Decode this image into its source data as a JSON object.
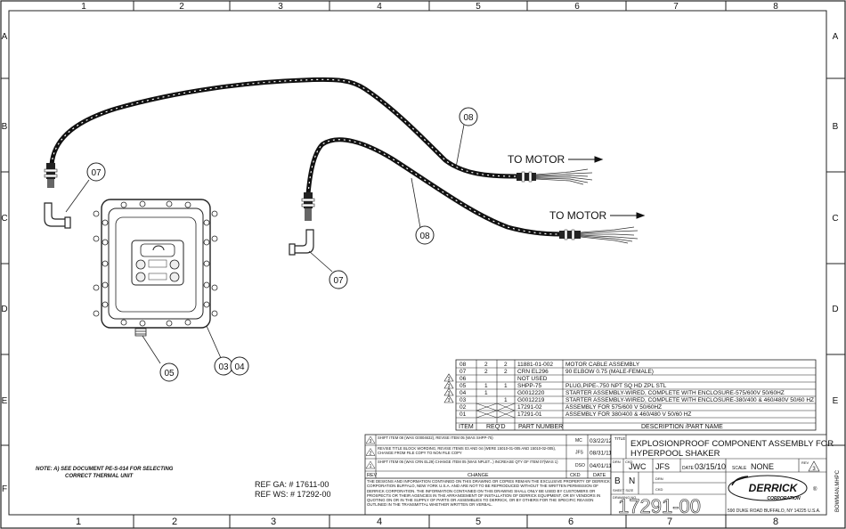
{
  "border": {
    "columns": [
      "1",
      "2",
      "3",
      "4",
      "5",
      "6",
      "7",
      "8"
    ],
    "rows": [
      "A",
      "B",
      "C",
      "D",
      "E",
      "F"
    ]
  },
  "callouts": [
    {
      "id": "c07a",
      "text": "07"
    },
    {
      "id": "c08a",
      "text": "08"
    },
    {
      "id": "c08b",
      "text": "08"
    },
    {
      "id": "c07b",
      "text": "07"
    },
    {
      "id": "c03",
      "text": "03"
    },
    {
      "id": "c04",
      "text": "04"
    },
    {
      "id": "c05",
      "text": "05"
    }
  ],
  "labels": {
    "to_motor_1": "TO MOTOR",
    "to_motor_2": "TO MOTOR",
    "note": "NOTE: A) SEE DOCUMENT PE-S-014 FOR SELECTING",
    "note2": "CORRECT THERMAL UNIT",
    "ref_ga": "REF GA:  # 17611-00",
    "ref_ws": "REF WS:  # 17292-00",
    "side_tag": "BOWMAN.MHPC"
  },
  "bom": {
    "rows": [
      {
        "item": "08",
        "a": "2",
        "b": "2",
        "part": "11881-01-002",
        "desc": "MOTOR CABLE ASSEMBLY",
        "rev": ""
      },
      {
        "item": "07",
        "a": "2",
        "b": "2",
        "part": "CRN EL296",
        "desc": "90 ELBOW 0.75 (MALE-FEMALE)",
        "rev": ""
      },
      {
        "item": "06",
        "a": "",
        "b": "",
        "part": "NOT USED",
        "desc": "",
        "rev": "3"
      },
      {
        "item": "05",
        "a": "1",
        "b": "1",
        "part": "SHPP-75",
        "desc": "PLUG,PIPE-.750 NPT SQ HD ZPL STL",
        "rev": "3"
      },
      {
        "item": "04",
        "a": "1",
        "b": "",
        "part": "G0012220",
        "desc": "STARTER ASSEMBLY-WIRED, COMPLETE WITH ENCLOSURE-575/600V 50/60HZ",
        "rev": "3"
      },
      {
        "item": "03",
        "a": "",
        "b": "1",
        "part": "G0012219",
        "desc": "STARTER ASSEMBLY-WIRED, COMPLETE WITH ENCLOSURE-380/400 & 460/480V 50/60 HZ",
        "rev": "3"
      },
      {
        "item": "02",
        "a": "",
        "b": "",
        "part": "17291-02",
        "desc": "ASSEMBLY FOR 575/600 V 50/60HZ",
        "rev": ""
      },
      {
        "item": "01",
        "a": "",
        "b": "",
        "part": "17291-01",
        "desc": "ASSEMBLY FOR 380/400 & 460/480 V 50/60 HZ",
        "rev": ""
      }
    ],
    "header": {
      "item": "ITEM",
      "reqd": "REQ'D",
      "part": "PART NUMBER",
      "desc": "DESCRIPTION /PART NAME"
    }
  },
  "revisions": [
    {
      "rev": "3",
      "text": "SHIFT ITEM 08 (WAS G0004632), REVISE ITEM 05 (WAS SHPP-75)",
      "chk": "MC",
      "date": "03/22/12"
    },
    {
      "rev": "2",
      "text": "REVISE TITLE BLOCK WORDING, REVISE ITEMS 03 AND 04 (WERE 15010-01-005 AND 15010-02-005), CHANGE FROM FILE COPY TO NON FILE COPY",
      "chk": "JFS",
      "date": "08/31/11"
    },
    {
      "rev": "1",
      "text": "SHIFT ITEM 06 (WAS CRN EL29) CHANGE ITEM 05 (WAS NPLET...) INCREASE QTY OF ITEM 07(WAS 1)",
      "chk": "DSO",
      "date": "04/01/11"
    }
  ],
  "rev_header": {
    "rev": "REV",
    "change": "CHANGE",
    "chk": "CKD",
    "date": "DATE"
  },
  "title_block": {
    "title_label": "TITLE",
    "title1": "EXPLOSIONPROOF COMPONENT ASSEMBLY FOR",
    "title2": "HYPERPOOL SHAKER",
    "size": "B",
    "n": "N",
    "drawn_label": "DRN",
    "drawn": "JWC",
    "ckd_label": "CKD",
    "ckd": "JFS",
    "date_label": "DATE",
    "date": "03/15/10",
    "scale_label": "SCALE",
    "scale": "NONE",
    "rev_label": "REV",
    "rev": "3",
    "sheet_label": "SHEET SIZE",
    "drawing_no_label": "DRAWING NO.",
    "drawing_no": "17291-00",
    "company": "DERRICK",
    "company_sub": "CORPORATION",
    "address": "590 DUKE ROAD BUFFALO, NY 14225 U.S.A.",
    "disclaimer": "THE DESIGNS AND INFORMATION CONTAINED ON THIS DRAWING OR COPIES REMAIN THE EXCLUSIVE PROPERTY OF DERRICK CORPORATION BUFFALO, NEW YORK U.S.A. AND ARE NOT TO BE REPRODUCED WITHOUT THE WRITTEN PERMISSION OF DERRICK CORPORATION. THE INFORMATION CONTAINED ON THIS DRAWING SHALL ONLY BE USED BY CUSTOMERS OR PROSPECTS OR THEIR AGENCIES IN THE ARRANGEMENT OF INSTALLATION OF DERRICK EQUIPMENT, OR BY VENDORS IN QUOTING ON OR IN THE SUPPLY OF PARTS OR ASSEMBLIES TO DERRICK, OR BY OTHERS FOR THE SPECIFIC REASON OUTLINED IN THE TRANSMITTAL WHETHER WRITTEN OR VERBAL."
  }
}
